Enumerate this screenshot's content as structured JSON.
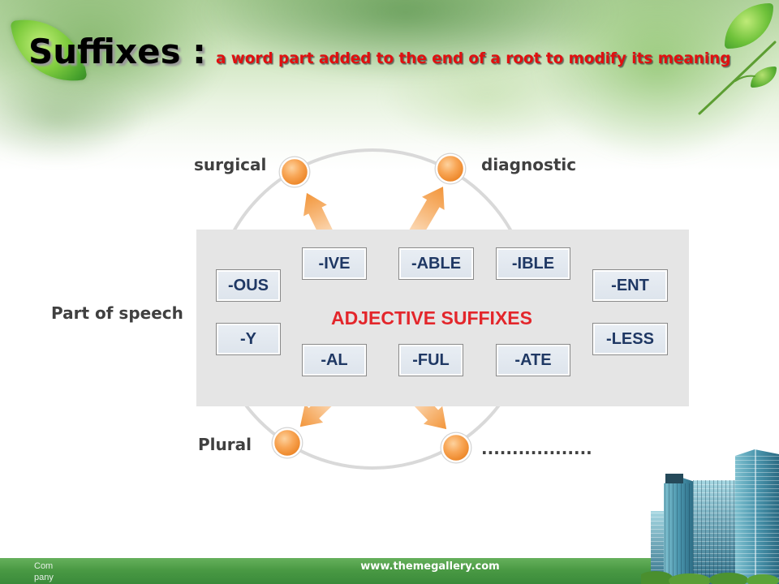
{
  "slide": {
    "title": "Suffixes :",
    "subtitle": "a word part added to the end of a root to modify its meaning"
  },
  "cycle": {
    "labels": {
      "top_left": "surgical",
      "top_right": "diagnostic",
      "left": "Part of speech",
      "bottom_left": "Plural",
      "bottom_right": ".................."
    }
  },
  "panel": {
    "heading": "ADJECTIVE SUFFIXES",
    "suffixes": [
      "-OUS",
      "-IVE",
      "-ABLE",
      "-IBLE",
      "-ENT",
      "-Y",
      "-AL",
      "-FUL",
      "-ATE",
      "-LESS"
    ]
  },
  "footer": {
    "company": "Company",
    "url": "www.themegallery.com"
  },
  "colors": {
    "title": "#000000",
    "subtitle": "#e01010",
    "label": "#404040",
    "center_label": "#e3262b",
    "suffix_text": "#1f3864",
    "accent_orange": "#f2953a",
    "cycle_ring": "#d9d9d9",
    "panel": "#e5e5e5",
    "footer_green": "#3f8f3f"
  }
}
